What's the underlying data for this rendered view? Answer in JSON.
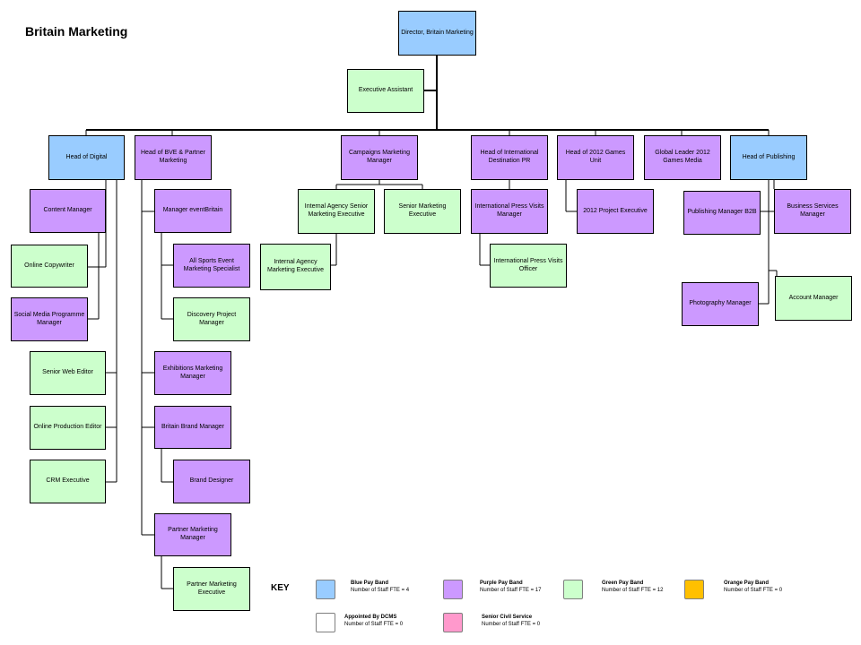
{
  "title": "Britain Marketing",
  "colors": {
    "blue": "#99ccff",
    "purple": "#cc99ff",
    "green": "#ccffcc",
    "orange": "#ffc000",
    "grey": "#a6a6a6",
    "pink": "#ff99cc"
  },
  "nodes": {
    "director": "Director, Britain Marketing",
    "exec_assistant": "Executive Assistant",
    "head_digital": "Head of Digital",
    "head_bve": "Head of BVE & Partner Marketing",
    "campaigns_mgr": "Campaigns Marketing Manager",
    "head_intl_pr": "Head of International Destination PR",
    "head_2012": "Head of 2012 Games Unit",
    "global_leader": "Global Leader 2012 Games Media",
    "head_publishing": "Head of Publishing",
    "content_mgr": "Content Manager",
    "online_copywriter": "Online Copywriter",
    "social_media": "Social Media Programme Manager",
    "senior_web_editor": "Senior Web Editor",
    "online_prod_editor": "Online Production Editor",
    "crm_exec": "CRM Executive",
    "mgr_eventbritain": "Manager eventBritain",
    "all_sports": "All Sports Event Marketing Specialist",
    "discovery_pm": "Discovery Project Manager",
    "exhibitions_mgr": "Exhibitions Marketing Manager",
    "brand_mgr": "Britain Brand Manager",
    "brand_designer": "Brand Designer",
    "partner_mgr": "Partner Marketing Manager",
    "partner_exec": "Partner Marketing Executive",
    "internal_senior": "Internal Agency Senior Marketing Executive",
    "internal_exec": "Internal Agency Marketing Executive",
    "senior_mkt_exec": "Senior Marketing Executive",
    "intl_press_mgr": "International Press Visits Manager",
    "intl_press_officer": "International Press Visits Officer",
    "project_exec_2012": "2012 Project Executive",
    "publishing_b2b": "Publishing Manager B2B",
    "business_services": "Business Services Manager",
    "photography_mgr": "Photography Manager",
    "account_mgr": "Account Manager"
  },
  "key": {
    "title": "KEY",
    "items": [
      {
        "label": "Blue Pay Band",
        "detail": "Number of Staff FTE = 4"
      },
      {
        "label": "Purple Pay Band",
        "detail": "Number of Staff FTE = 17"
      },
      {
        "label": "Green Pay Band",
        "detail": "Number of Staff FTE = 12"
      },
      {
        "label": "Orange Pay Band",
        "detail": "Number of Staff FTE = 0"
      },
      {
        "label": "Appointed By DCMS",
        "detail": "Number of Staff FTE = 0"
      },
      {
        "label": "Senior Civil Service",
        "detail": "Number of Staff FTE = 0"
      }
    ]
  }
}
